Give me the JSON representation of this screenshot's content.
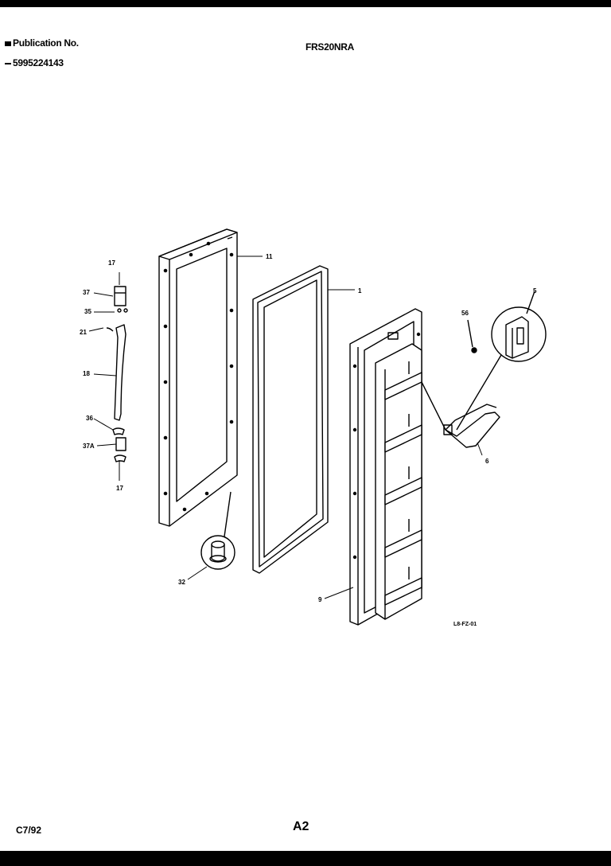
{
  "header": {
    "publication_label": "Publication No.",
    "publication_number": "5995224143",
    "model": "FRS20NRA"
  },
  "footer": {
    "date": "C7/92",
    "page": "A2"
  },
  "diagram": {
    "drawing_code": "L8-FZ-01",
    "callouts": {
      "c17a": "17",
      "c37": "37",
      "c35": "35",
      "c21": "21",
      "c18": "18",
      "c36": "36",
      "c37a": "37A",
      "c17b": "17",
      "c11": "11",
      "c1": "1",
      "c5": "5",
      "c56": "56",
      "c6": "6",
      "c9": "9",
      "c32": "32"
    }
  }
}
